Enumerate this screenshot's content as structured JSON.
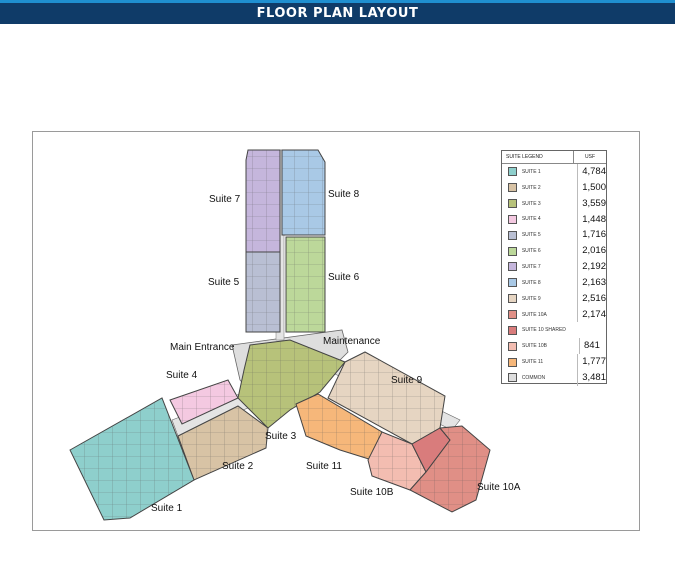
{
  "header": {
    "title": "FLOOR PLAN LAYOUT"
  },
  "labels": {
    "suite7": "Suite 7",
    "suite8": "Suite 8",
    "suite5": "Suite 5",
    "suite6": "Suite 6",
    "main_entrance": "Main Entrance",
    "maintenance": "Maintenance",
    "suite4": "Suite 4",
    "suite9": "Suite 9",
    "suite3": "Suite 3",
    "suite2": "Suite 2",
    "suite11": "Suite 11",
    "suite10b": "Suite 10B",
    "suite10a": "Suite 10A",
    "suite1": "Suite 1"
  },
  "legend": {
    "header_name": "SUITE LEGEND",
    "header_usf": "USF",
    "rows": [
      {
        "name": "SUITE 1",
        "usf": "4,784",
        "color": "#8ecfcc"
      },
      {
        "name": "SUITE 2",
        "usf": "1,500",
        "color": "#d8c3a5"
      },
      {
        "name": "SUITE 3",
        "usf": "3,559",
        "color": "#b7c27a"
      },
      {
        "name": "SUITE 4",
        "usf": "1,448",
        "color": "#f4c9e1"
      },
      {
        "name": "SUITE 5",
        "usf": "1,716",
        "color": "#b9bfd3"
      },
      {
        "name": "SUITE 6",
        "usf": "2,016",
        "color": "#bcd89a"
      },
      {
        "name": "SUITE 7",
        "usf": "2,192",
        "color": "#c5b6dc"
      },
      {
        "name": "SUITE 8",
        "usf": "2,163",
        "color": "#a9c9e6"
      },
      {
        "name": "SUITE 9",
        "usf": "2,516",
        "color": "#e6d5c2"
      },
      {
        "name": "SUITE 10A",
        "usf": "2,174",
        "color": "#e08f86"
      },
      {
        "name": "SUITE 10 SHARED",
        "usf": "",
        "color": "#d97c7c"
      },
      {
        "name": "SUITE 10B",
        "usf": "841",
        "color": "#f3bdb1"
      },
      {
        "name": "SUITE 11",
        "usf": "1,777",
        "color": "#f6b77a"
      },
      {
        "name": "COMMON",
        "usf": "3,481",
        "color": "#dedede"
      }
    ]
  }
}
